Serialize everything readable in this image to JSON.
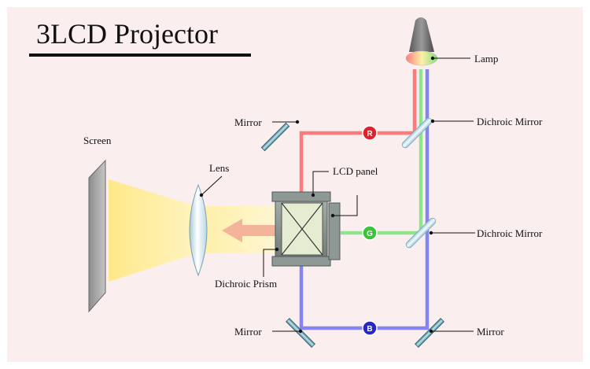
{
  "title": "3LCD Projector",
  "labels": {
    "lamp": "Lamp",
    "mirror_top": "Mirror",
    "dichroic_mirror_1": "Dichroic Mirror",
    "dichroic_mirror_2": "Dichroic Mirror",
    "screen": "Screen",
    "lens": "Lens",
    "lcd_panel": "LCD panel",
    "dichroic_prism": "Dichroic Prism",
    "mirror_bottom_left": "Mirror",
    "mirror_bottom_right": "Mirror"
  },
  "badges": {
    "red": "R",
    "green": "G",
    "blue": "B"
  },
  "colors": {
    "background": "#fbeeee",
    "red_beam": "#ff7a7a",
    "green_beam": "#8ee58a",
    "blue_beam": "#8484f2",
    "red_badge": "#e0202a",
    "green_badge": "#3cc23c",
    "blue_badge": "#2727c8",
    "light_cone": "#fff2b5",
    "arrow": "#f4b49c"
  }
}
